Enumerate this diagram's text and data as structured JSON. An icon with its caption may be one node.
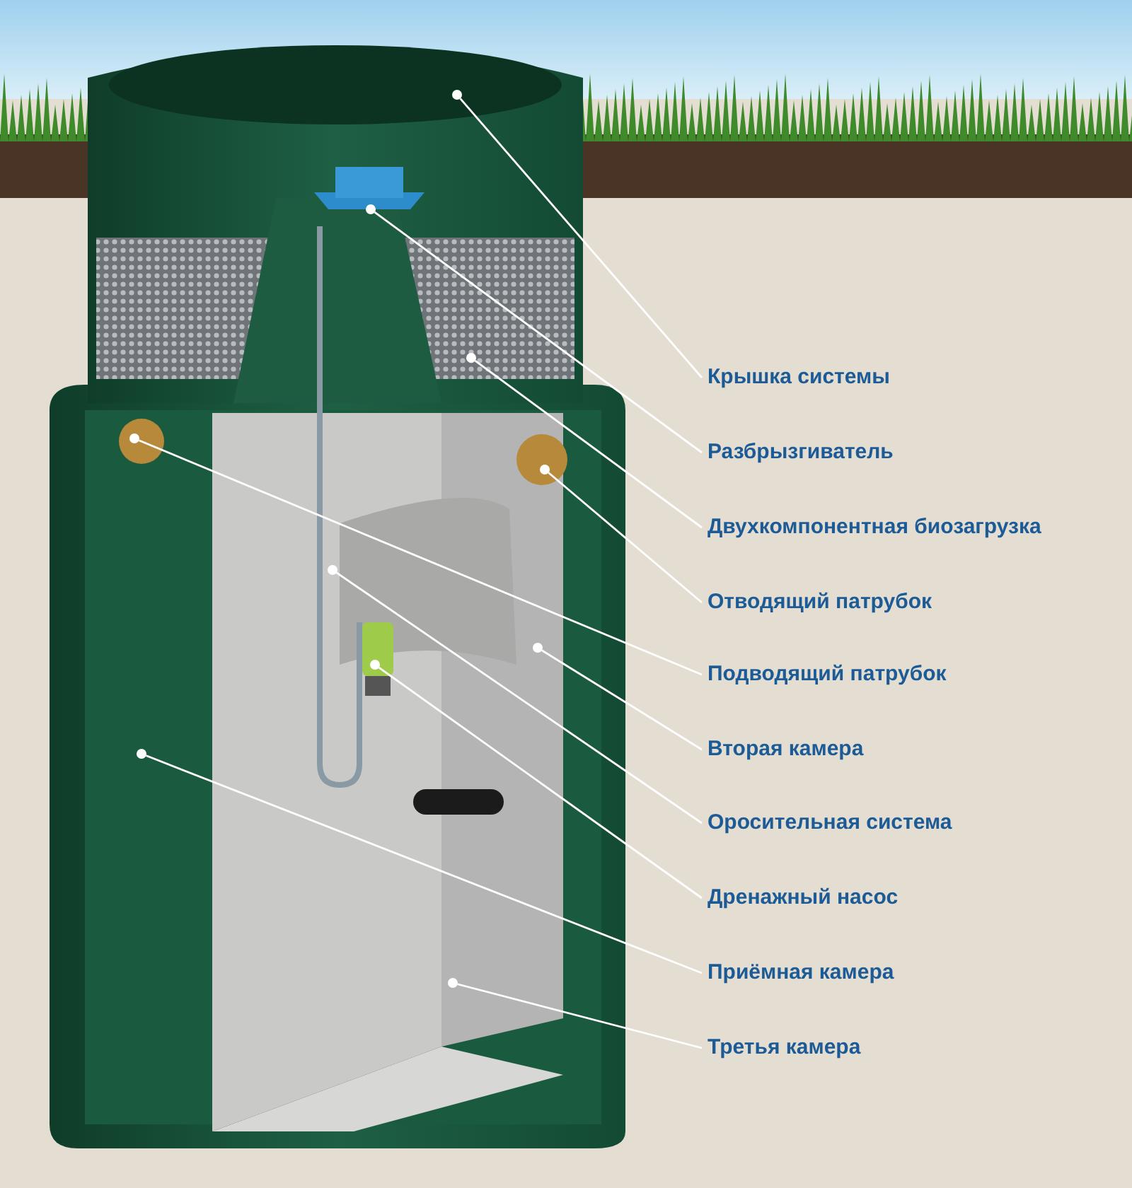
{
  "diagram": {
    "nodes": [
      {
        "text": [
          "Крышка системы"
        ]
      },
      {
        "text": [
          "Разбрызгиватель"
        ]
      },
      {
        "text": [
          "Двухкомпонентная биозагрузка"
        ]
      },
      {
        "text": [
          "Отводящий патрубок"
        ]
      },
      {
        "text": [
          "Подводящий патрубок"
        ]
      },
      {
        "text": [
          "Вторая камера"
        ]
      },
      {
        "text": [
          "Оросительная система"
        ]
      },
      {
        "text": [
          "Дренажный насос"
        ]
      },
      {
        "text": [
          "Приёмная камера"
        ]
      },
      {
        "text": [
          "Третья камера"
        ]
      },
      {
        "text": [],
        "shape": "circle"
      },
      {
        "text": [],
        "shape": "circle"
      },
      {
        "text": [],
        "shape": "circle"
      },
      {
        "text": [],
        "shape": "circle"
      },
      {
        "text": [],
        "shape": "circle"
      },
      {
        "text": [],
        "shape": "circle"
      },
      {
        "text": [],
        "shape": "circle"
      },
      {
        "text": [],
        "shape": "circle"
      },
      {
        "text": [],
        "shape": "circle"
      },
      {
        "text": [],
        "shape": "circle"
      }
    ],
    "edges": [
      {
        "from": 0,
        "to": 10,
        "arrow": "none"
      },
      {
        "from": 1,
        "to": 11,
        "arrow": "none"
      },
      {
        "from": 2,
        "to": 12,
        "arrow": "none"
      },
      {
        "from": 3,
        "to": 14,
        "arrow": "none"
      },
      {
        "from": 4,
        "to": 13,
        "arrow": "none"
      },
      {
        "from": 5,
        "to": 16,
        "arrow": "none"
      },
      {
        "from": 6,
        "to": 15,
        "arrow": "none"
      },
      {
        "from": 7,
        "to": 17,
        "arrow": "none"
      },
      {
        "from": 8,
        "to": 18,
        "arrow": "none"
      },
      {
        "from": 9,
        "to": 19,
        "arrow": "none"
      }
    ]
  }
}
